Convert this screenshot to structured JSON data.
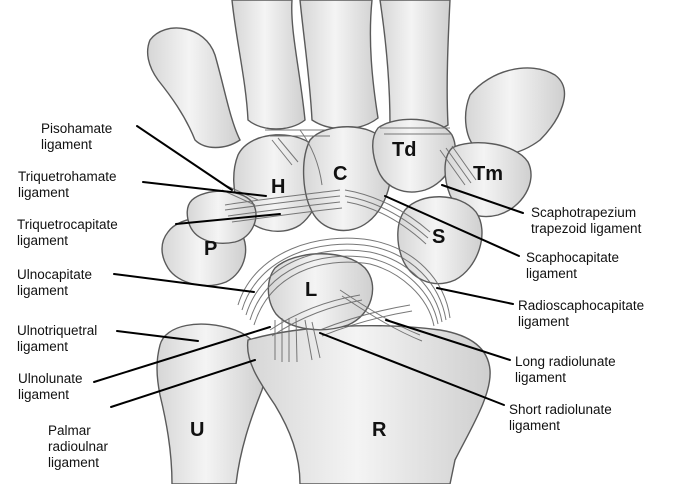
{
  "bones": {
    "td": "Td",
    "c": "C",
    "h": "H",
    "tm": "Tm",
    "p": "P",
    "s": "S",
    "l": "L",
    "u": "U",
    "r": "R"
  },
  "labels": {
    "pisohamate": [
      "Pisohamate",
      "ligament"
    ],
    "triquetrohamate": [
      "Triquetrohamate",
      "ligament"
    ],
    "triquetrocapitate": [
      "Triquetrocapitate",
      "ligament"
    ],
    "ulnocapitate": [
      "Ulnocapitate",
      "ligament"
    ],
    "ulnotriquetral": [
      "Ulnotriquetral",
      "ligament"
    ],
    "ulnolunate": [
      "Ulnolunate",
      "ligament"
    ],
    "palmar_radioulnar": [
      "Palmar",
      "radioulnar",
      "ligament"
    ],
    "scaphotrapezium": [
      "Scaphotrapezium",
      "trapezoid ligament"
    ],
    "scaphocapitate": [
      "Scaphocapitate",
      "ligament"
    ],
    "radioscaphocapitate": [
      "Radioscaphocapitate",
      "ligament"
    ],
    "long_radiolunate": [
      "Long radiolunate",
      "ligament"
    ],
    "short_radiolunate": [
      "Short radiolunate",
      "ligament"
    ]
  },
  "colors": {
    "bone_fill": "#eeeeee",
    "bone_stroke": "#555555",
    "ligament": "#6a6a6a",
    "pointer": "#000000",
    "text": "#111111"
  }
}
